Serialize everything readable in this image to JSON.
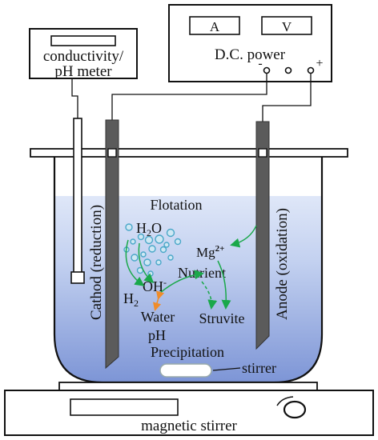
{
  "meter": {
    "line1": "conductivity/",
    "line2": "pH meter"
  },
  "power": {
    "title": "D.C. power",
    "ammeter": "A",
    "voltmeter": "V",
    "minus": "-",
    "plus": "+"
  },
  "electrodes": {
    "cathode": "Cathod (reduction)",
    "anode": "Anode (oxidation)"
  },
  "reaction": {
    "flotation": "Flotation",
    "h2o_base": "H",
    "h2o_sub": "2",
    "h2o_tail": "O",
    "oh_base": "OH",
    "oh_sup": "-",
    "h2_base": "H",
    "h2_sub": "2",
    "mg_base": "Mg",
    "mg_sup": "2+",
    "nutrient": "Nutrient",
    "water": "Water",
    "ph": "pH",
    "struvite": "Struvite",
    "precipitation": "Precipitation"
  },
  "stirrer_label": "stirrer",
  "base_label": "magnetic stirrer",
  "colors": {
    "liquid_top": "#c9d6f1",
    "liquid_bottom": "#7f97d8",
    "electrode": "#5b5b5b",
    "arrow_green": "#1aa84a",
    "arrow_orange": "#f08c2a",
    "bubble": "#4aa7c8"
  }
}
